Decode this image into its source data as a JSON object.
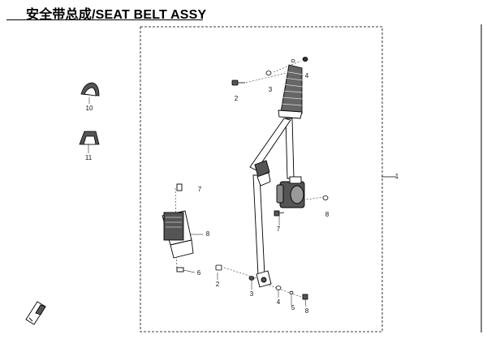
{
  "title": "安全带总成/SEAT BELT ASSY",
  "assembly_callout": "1",
  "callouts": {
    "c2_top": "2",
    "c3_top": "3",
    "c4_top": "4",
    "c7_buckle": "7",
    "c8_buckle": "8",
    "c6_buckle": "6",
    "c8_retractor": "8",
    "c7_retractor": "7",
    "c2_bottom": "2",
    "c3_bottom": "3",
    "c4_bottom": "4",
    "c5_bottom": "5",
    "c8_bottom": "8",
    "c10": "10",
    "c11": "11"
  }
}
